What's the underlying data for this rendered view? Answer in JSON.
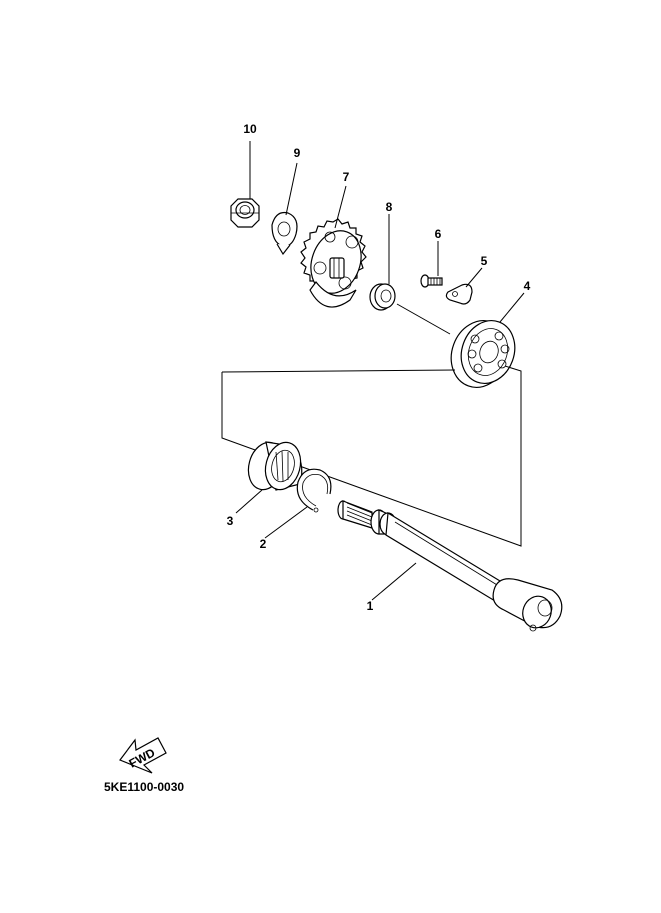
{
  "callouts": [
    "1",
    "2",
    "3",
    "4",
    "5",
    "6",
    "7",
    "8",
    "9",
    "10"
  ],
  "diagram_code": "5KE1100-0030",
  "fwd_arrow_label": "FWD"
}
